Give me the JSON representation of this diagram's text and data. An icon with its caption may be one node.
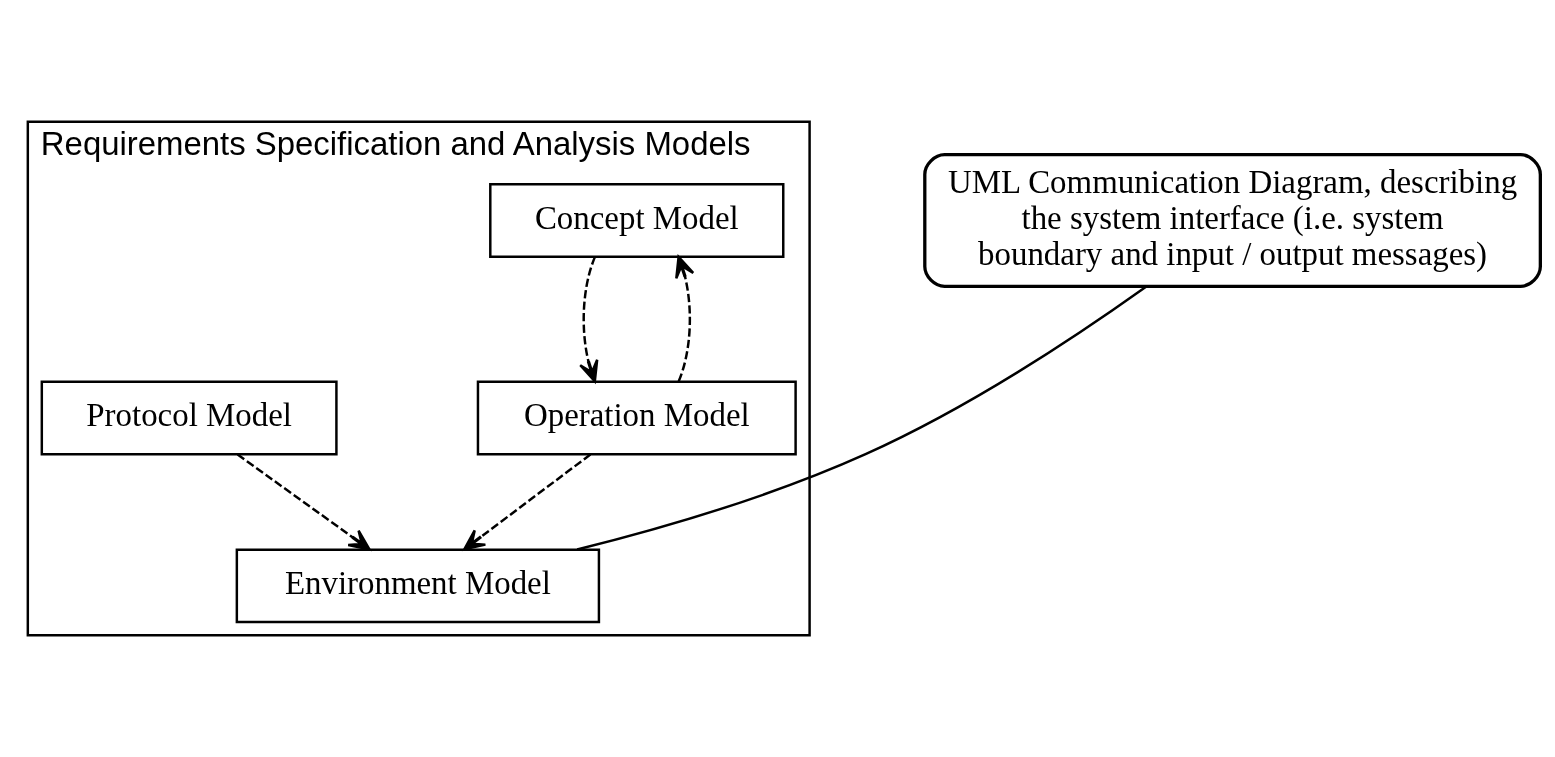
{
  "diagram": {
    "nodes": [
      {
        "text": [
          "Requirements Specification and Analysis Models"
        ]
      },
      {
        "text": [
          "Concept Model"
        ],
        "in": 0
      },
      {
        "text": [
          "Environment Model"
        ],
        "in": 0
      },
      {
        "text": [
          "Operation Model"
        ],
        "in": 0
      },
      {
        "text": [
          "Protocol Model"
        ],
        "in": 0
      },
      {
        "text": [
          "UML Communication Diagram, describing the system interface (i.e. system boundary and input / output messages)"
        ]
      }
    ],
    "edges": [
      {
        "from": 3,
        "to": 1,
        "arrow": "to",
        "style": "dashed"
      },
      {
        "from": 1,
        "to": 3,
        "arrow": "to",
        "style": "dashed"
      },
      {
        "from": 3,
        "to": 2,
        "arrow": "to",
        "style": "dashed"
      },
      {
        "from": 4,
        "to": 2,
        "arrow": "to",
        "style": "dashed"
      },
      {
        "from": 5,
        "to": 2,
        "arrow": "none"
      }
    ]
  }
}
